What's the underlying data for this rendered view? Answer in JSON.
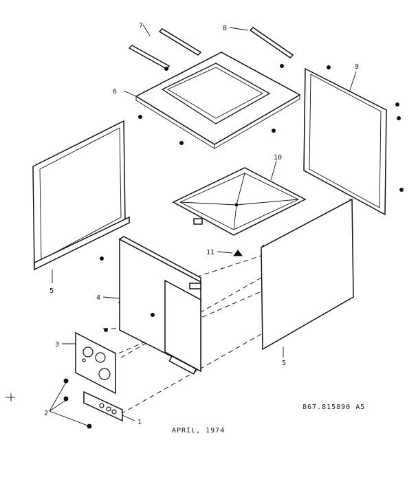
{
  "diagram": {
    "callouts": {
      "c1": "1",
      "c2": "2",
      "c3": "3",
      "c4": "4",
      "c5_left": "5",
      "c5_right": "5",
      "c6": "6",
      "c7": "7",
      "c8": "8",
      "c9": "9",
      "c10": "10",
      "c11": "11"
    },
    "part_number": "867.815890 A5",
    "date": "APRIL, 1974"
  }
}
